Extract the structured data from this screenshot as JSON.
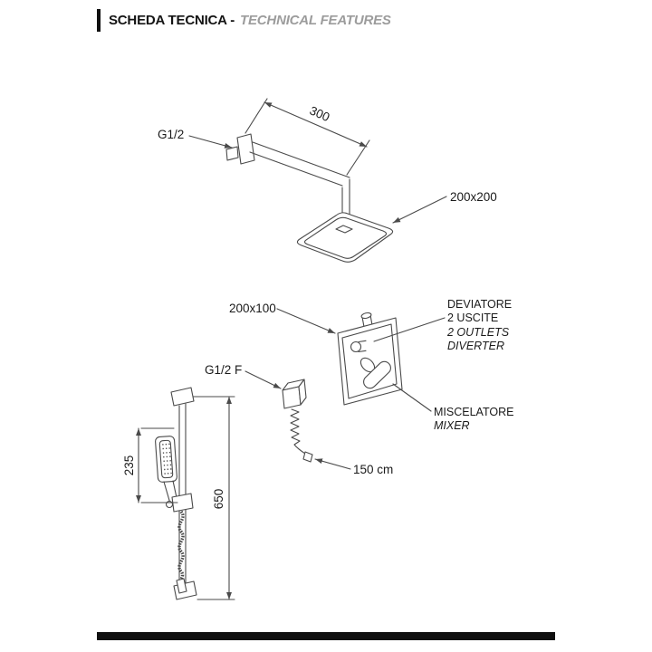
{
  "header": {
    "title_primary": "SCHEDA TECNICA -",
    "title_secondary": "TECHNICAL FEATURES"
  },
  "labels": {
    "arm_dim": "300",
    "arm_thread": "G1/2",
    "head_size": "200x200",
    "plate_size": "200x100",
    "diverter_it_1": "DEVIATORE",
    "diverter_it_2": "2 USCITE",
    "diverter_en_1": "2 OUTLETS",
    "diverter_en_2": "DIVERTER",
    "mixer_it": "MISCELATORE",
    "mixer_en": "MIXER",
    "rail_thread": "G1/2 F",
    "rail_dim_partial": "235",
    "rail_dim_total": "650",
    "hose_length": "150 cm"
  },
  "colors": {
    "line": "#4a4a4a",
    "text": "#1a1a1a",
    "secondary_text": "#9c9c9c",
    "bar": "#101010"
  }
}
